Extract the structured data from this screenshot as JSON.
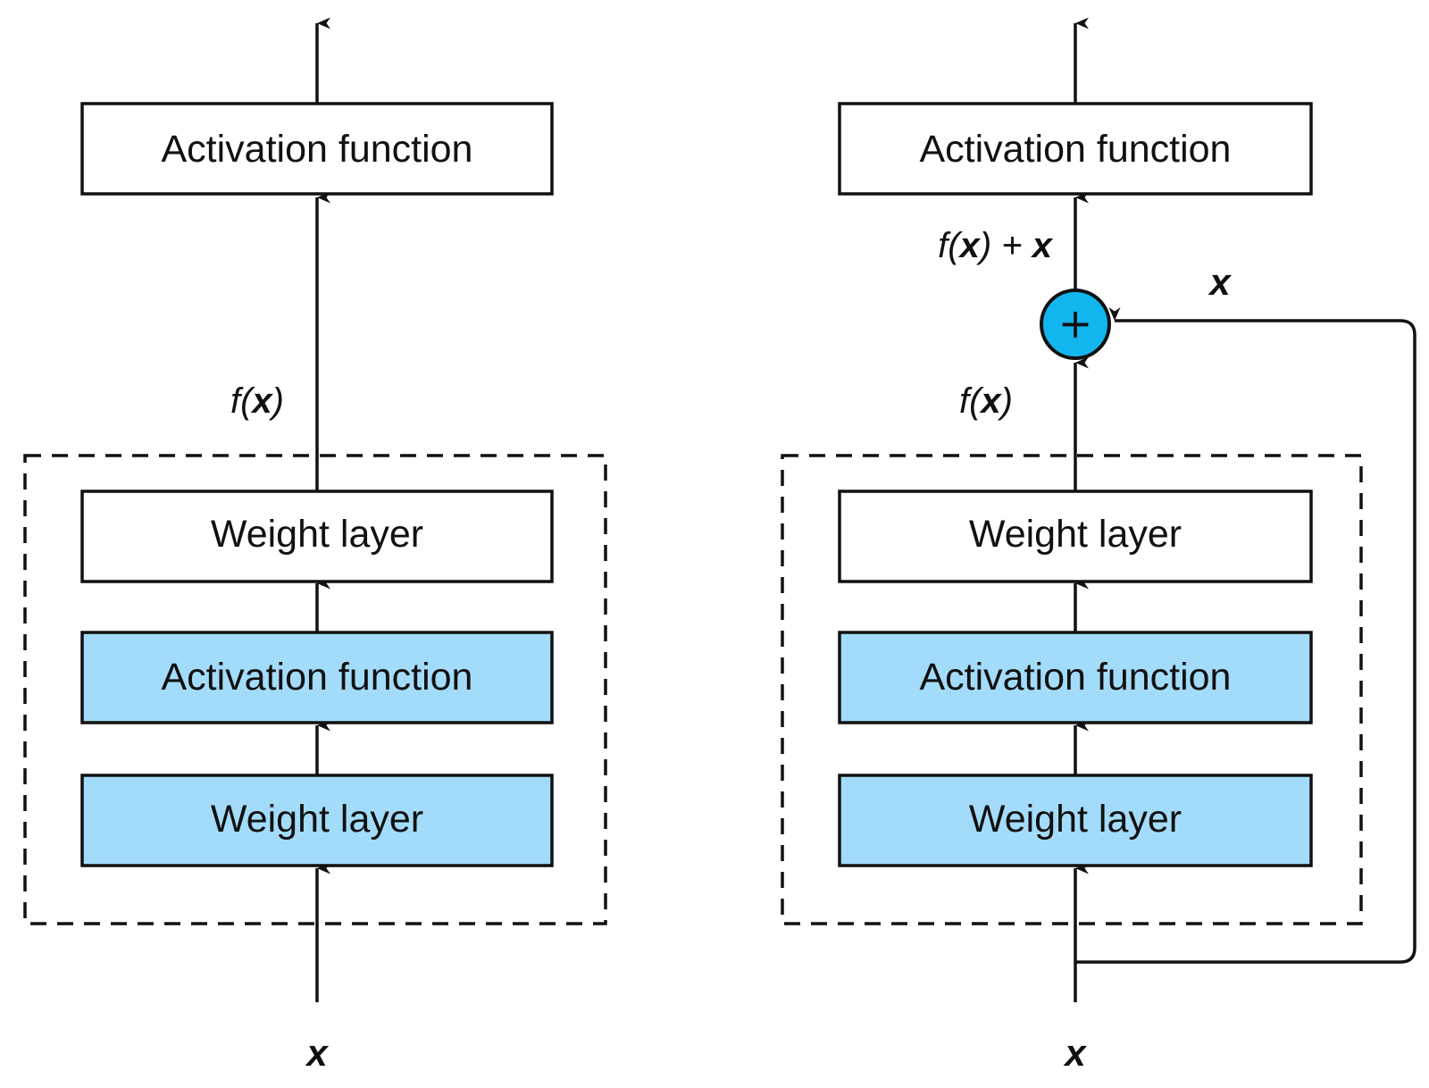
{
  "colors": {
    "line": "#111111",
    "box_plain": "#ffffff",
    "box_blue": "#a3dcfa",
    "sum_circle": "#12b6ee"
  },
  "left": {
    "top_box": "Activation function",
    "fx_f": "f(",
    "fx_x": "x",
    "fx_close": ")",
    "upper_box": "Weight layer",
    "middle_box": "Activation function",
    "lower_box": "Weight layer",
    "input_x": "x"
  },
  "right": {
    "top_box": "Activation function",
    "sum_f": "f(",
    "sum_x1": "x",
    "sum_mid": ") + ",
    "sum_x2": "x",
    "skip_x": "x",
    "plus": "+",
    "fx_f": "f(",
    "fx_x": "x",
    "fx_close": ")",
    "upper_box": "Weight layer",
    "middle_box": "Activation function",
    "lower_box": "Weight layer",
    "input_x": "x"
  }
}
